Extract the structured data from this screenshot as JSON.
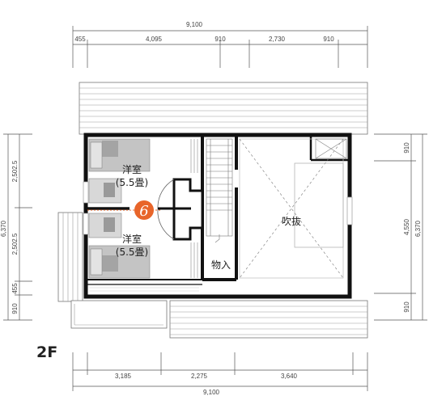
{
  "floor_label": "2F",
  "dimensions": {
    "top_total": "9,100",
    "top_segments": [
      "455",
      "4,095",
      "910",
      "2,730",
      "910"
    ],
    "bottom_segments": [
      "3,185",
      "2,275",
      "3,640"
    ],
    "bottom_total": "9,100",
    "left_segments": [
      "2,502.5",
      "2,502.5",
      "455",
      "910"
    ],
    "left_total": "6,370",
    "right_segments": [
      "910",
      "4,550",
      "910"
    ],
    "right_total": "6,370"
  },
  "rooms": {
    "room_upper": {
      "name": "洋室",
      "size": "(5.5畳)"
    },
    "room_lower": {
      "name": "洋室",
      "size": "(5.5畳)"
    },
    "void": {
      "name": "吹抜"
    },
    "storage": {
      "name": "物入"
    }
  },
  "marker": {
    "number": "6",
    "color": "#e8652a"
  },
  "colors": {
    "wall": "#111111",
    "bed": "#bfbfbf",
    "line": "#555555"
  }
}
